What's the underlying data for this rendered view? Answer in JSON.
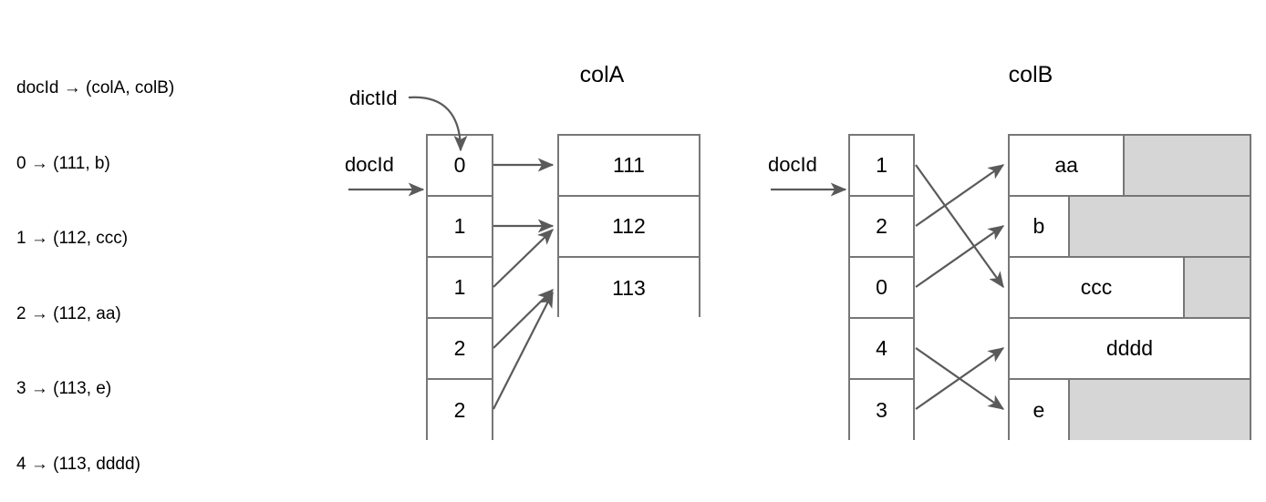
{
  "legend": {
    "lines": [
      "docId → (colA, colB)",
      "0 → (111, b)",
      "1 → (112, ccc)",
      "2 → (112, aa)",
      "3 → (113, e)",
      "4 → (113, dddd)"
    ]
  },
  "colA": {
    "title": "colA",
    "docid_label": "docId",
    "dictid_label": "dictId",
    "dictid_cells": [
      "0",
      "1",
      "1",
      "2",
      "2"
    ],
    "dictionary_cells": [
      "111",
      "112",
      "113"
    ],
    "mapping": [
      0,
      1,
      1,
      2,
      2
    ]
  },
  "colB": {
    "title": "colB",
    "docid_label": "docId",
    "docid_cells": [
      "1",
      "2",
      "0",
      "4",
      "3"
    ],
    "values": [
      {
        "text": "aa",
        "fill_pct": 48
      },
      {
        "text": "b",
        "fill_pct": 25
      },
      {
        "text": "ccc",
        "fill_pct": 73
      },
      {
        "text": "dddd",
        "fill_pct": 100
      },
      {
        "text": "e",
        "fill_pct": 25
      }
    ],
    "mapping": [
      2,
      0,
      1,
      4,
      3
    ]
  },
  "colors": {
    "stroke": "#777777",
    "padding_fill": "#d6d6d6",
    "text": "#000000",
    "background": "#ffffff"
  }
}
